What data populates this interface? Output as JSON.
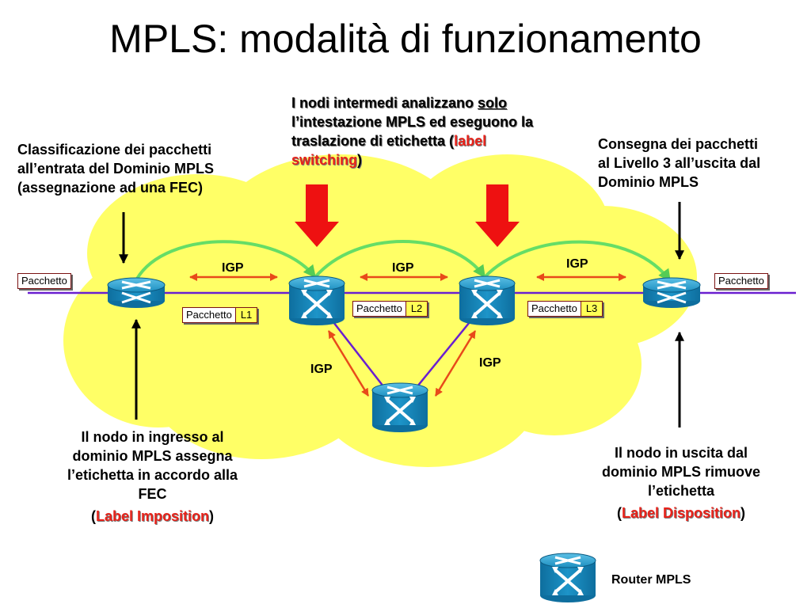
{
  "title": "MPLS: modalità di funzionamento",
  "annotations": {
    "classification": [
      "Classificazione dei pacchetti",
      "all’entrata del Dominio MPLS",
      "(assegnazione ad una FEC)"
    ],
    "intermediate": {
      "line1_pre": "I nodi intermedi analizzano ",
      "line1_underlined": "solo",
      "line2": "l’intestazione MPLS ed eseguono la",
      "line3_pre": "traslazione di etichetta (",
      "line3_red": "label",
      "line4_red": "switching",
      "line4_post": ")"
    },
    "delivery": [
      "Consegna dei pacchetti",
      "al Livello 3 all’uscita dal",
      "Dominio MPLS"
    ],
    "ingress": {
      "lines": [
        "Il nodo in ingresso al",
        "dominio MPLS assegna",
        "l’etichetta in accordo alla",
        "FEC"
      ],
      "open": "(",
      "red": "Label Imposition",
      "close": ")"
    },
    "egress": {
      "lines": [
        "Il nodo in uscita dal",
        "dominio MPLS rimuove",
        "l’etichetta"
      ],
      "open": "(",
      "red": "Label Disposition",
      "close": ")"
    }
  },
  "packets": {
    "in_label": "Pacchetto",
    "out_label": "Pacchetto",
    "labeled": [
      {
        "packet": "Pacchetto",
        "label": "L1"
      },
      {
        "packet": "Pacchetto",
        "label": "L2"
      },
      {
        "packet": "Pacchetto",
        "label": "L3"
      }
    ]
  },
  "igp_labels": [
    "IGP",
    "IGP",
    "IGP",
    "IGP",
    "IGP"
  ],
  "legend": {
    "label": "Router MPLS",
    "icon": "router-icon"
  },
  "colors": {
    "cloud": "#ffff66",
    "link": "#6a1fd0",
    "arc": "#66dd66",
    "igp_arrow": "#e84a1a",
    "big_arrow": "#ee1111",
    "router": "#1d8fc0",
    "accent_red": "#e8221a"
  }
}
